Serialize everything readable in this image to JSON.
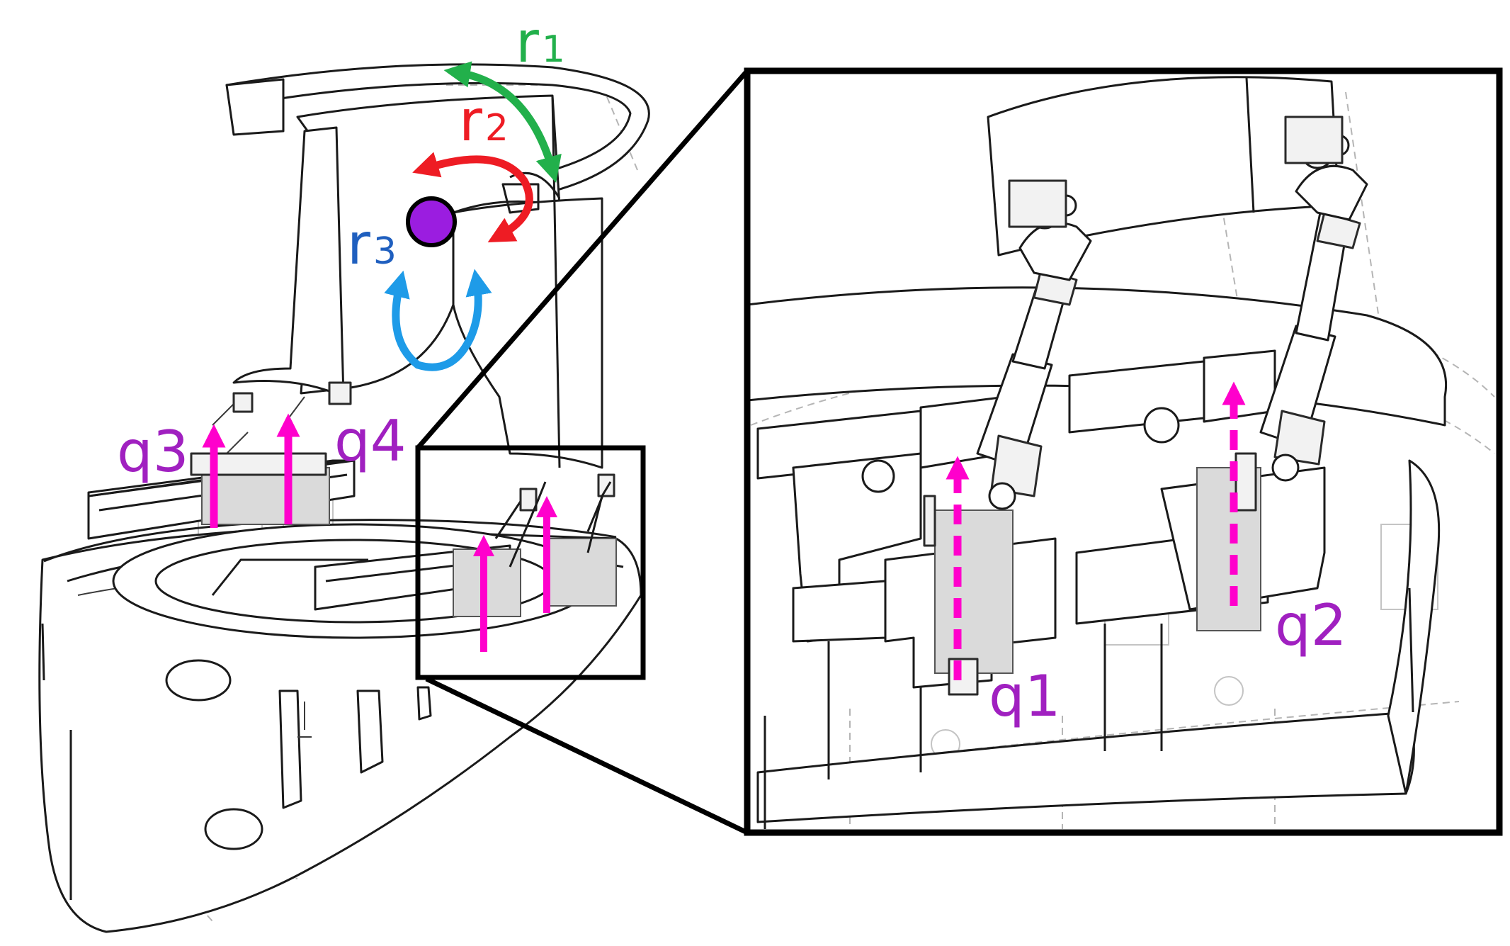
{
  "labels": {
    "r1": {
      "main": "r",
      "sub": "1"
    },
    "r2": {
      "main": "r",
      "sub": "2"
    },
    "r3": {
      "main": "r",
      "sub": "3"
    },
    "q1": "q1",
    "q2": "q2",
    "q3": "q3",
    "q4": "q4"
  },
  "colors": {
    "r1": "#22b04b",
    "r2": "#ee1c24",
    "r3_label": "#1f5fbf",
    "r3_arrow": "#1e9be8",
    "q_arrows": "#ff00cc",
    "q_labels": "#a020c0",
    "center_dot": "#9b1de0",
    "frame": "#000000"
  },
  "icons": {
    "center": "rotation-center-dot",
    "r1": "green-curved-double-arrow",
    "r2": "red-curved-double-arrow",
    "r3": "blue-curved-double-arrow",
    "q": "magenta-straight-arrow"
  }
}
